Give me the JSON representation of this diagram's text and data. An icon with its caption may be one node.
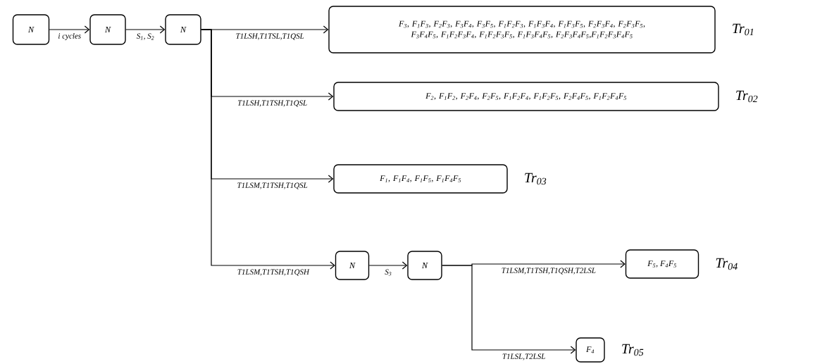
{
  "diagram": {
    "nodes": [
      {
        "text": [
          "N"
        ]
      },
      {
        "text": [
          "N"
        ]
      },
      {
        "text": [
          "N"
        ]
      },
      {
        "text": [
          "F$_{3}$, F$_{1}$F$_{3}$, F$_{2}$F$_{3}$, F$_{3}$F$_{4}$, F$_{3}$F$_{5}$, F$_{1}$F$_{2}$F$_{3}$, F$_{1}$F$_{3}$F$_{4}$, F$_{1}$F$_{3}$F$_{5}$, F$_{2}$F$_{3}$F$_{4}$, F$_{2}$F$_{3}$F$_{5}$, F$_{3}$F$_{4}$F$_{5}$, F$_{1}$F$_{2}$F$_{3}$F$_{4}$, F$_{1}$F$_{2}$F$_{3}$F$_{5}$, F$_{1}$F$_{3}$F$_{4}$F$_{5}$, F$_{2}$F$_{3}$F$_{4}$F$_{5}$,F$_{1}$F$_{2}$F$_{3}$F$_{4}$F$_{5}$"
        ],
        "beside": [
          "Tr$_{01}$"
        ]
      },
      {
        "text": [
          "F$_{2}$, F$_{1}$F$_{2}$, F$_{2}$F$_{4}$, F$_{2}$F$_{5}$, F$_{1}$F$_{2}$F$_{4}$, F$_{1}$F$_{2}$F$_{5}$, F$_{2}$F$_{4}$F$_{5}$, F$_{1}$F$_{2}$F$_{4}$F$_{5}$"
        ],
        "beside": [
          "Tr$_{02}$"
        ]
      },
      {
        "text": [
          "F$_{1}$, F$_{1}$F$_{4}$, F$_{1}$F$_{5}$, F$_{1}$F$_{4}$F$_{5}$"
        ],
        "beside": [
          "Tr$_{03}$"
        ]
      },
      {
        "text": [
          "N"
        ]
      },
      {
        "text": [
          "N"
        ]
      },
      {
        "text": [
          "F$_{5}$, F$_{4}$F$_{5}$"
        ],
        "beside": [
          "Tr$_{04}$"
        ]
      },
      {
        "text": [
          "F$_{4}$"
        ],
        "beside": [
          "Tr$_{05}$"
        ]
      }
    ],
    "edges": [
      {
        "from": 0,
        "to": 1,
        "arrow": "to",
        "label": "i cycles"
      },
      {
        "from": 1,
        "to": 2,
        "arrow": "to",
        "label": "S$_{1}$, S$_{2}$"
      },
      {
        "from": 2,
        "to": 3,
        "arrow": "to",
        "label": "T1LSH,T1TSL,T1QSL"
      },
      {
        "from": 2,
        "to": 4,
        "arrow": "to",
        "label": "T1LSH,T1TSH,T1QSL"
      },
      {
        "from": 2,
        "to": 5,
        "arrow": "to",
        "label": "T1LSM,T1TSH,T1QSL"
      },
      {
        "from": 2,
        "to": 6,
        "arrow": "to",
        "label": "T1LSM,T1TSH,T1QSH"
      },
      {
        "from": 6,
        "to": 7,
        "arrow": "to",
        "label": "S$_{3}$"
      },
      {
        "from": 7,
        "to": 8,
        "arrow": "to",
        "label": "T1LSM,T1TSH,T1QSH,T2LSL"
      },
      {
        "from": 7,
        "to": 9,
        "arrow": "to",
        "label": "T1LSL,T2LSL"
      }
    ]
  }
}
